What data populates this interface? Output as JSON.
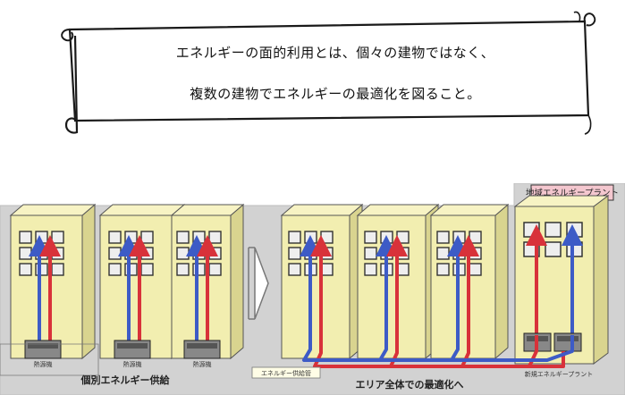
{
  "banner": {
    "line1": "エネルギーの面的利用とは、個々の建物ではなく、",
    "line2": "複数の建物でエネルギーの最適化を図ること。"
  },
  "diagram": {
    "left_units": [
      "熱源機",
      "熱源機",
      "熱源機"
    ],
    "left_caption": "個別エネルギー供給",
    "pipe_label": "エネルギー供給管",
    "plant_label_tag": "地域エネルギープラント",
    "plant_label_small": "新規エネルギープラント",
    "right_caption": "エリア全体での最適化へ",
    "colors": {
      "building": "#f2eeb0",
      "supply": "#d8323a",
      "return": "#3d5bc6",
      "panel": "#cfcfcf",
      "tag": "#f4c7cf"
    }
  }
}
